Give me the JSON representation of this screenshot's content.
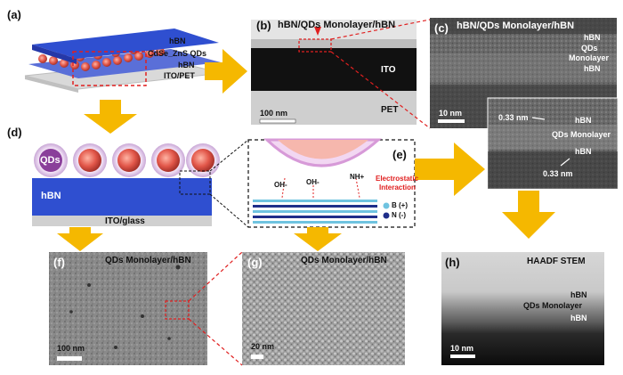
{
  "panel_labels": {
    "a": "(a)",
    "b": "(b)",
    "c": "(c)",
    "d": "(d)",
    "e": "(e)",
    "f": "(f)",
    "g": "(g)",
    "h": "(h)"
  },
  "panel_a": {
    "layers": [
      "hBN",
      "CdSe_ZnS QDs",
      "hBN",
      "ITO/PET"
    ]
  },
  "panel_b": {
    "title": "hBN/QDs Monolayer/hBN",
    "ito": "ITO",
    "pet": "PET",
    "scale": "100 nm"
  },
  "panel_c": {
    "title": "hBN/QDs Monolayer/hBN",
    "top_labels": [
      "hBN",
      "QDs",
      "Monolayer",
      "hBN"
    ],
    "scale": "10 nm"
  },
  "panel_c_zoom": {
    "spacing_top": "0.33 nm",
    "spacing_bottom": "0.33 nm",
    "labels": [
      "hBN",
      "QDs Monolayer",
      "hBN"
    ]
  },
  "panel_d": {
    "qd_label": "QDs",
    "hbn_label": "hBN",
    "substrate_label": "ITO/glass"
  },
  "panel_e": {
    "ions": [
      "OH-",
      "OH-",
      "NH+"
    ],
    "interaction_line1": "Electrostatic",
    "interaction_line2": "Interaction",
    "legend_b": "B (+)",
    "legend_n": "N (-)"
  },
  "panel_f": {
    "title": "QDs Monolayer/hBN",
    "scale": "100 nm"
  },
  "panel_g": {
    "title": "QDs Monolayer/hBN",
    "scale": "20 nm"
  },
  "panel_h": {
    "title": "HAADF STEM",
    "labels": [
      "hBN",
      "QDs Monolayer",
      "hBN"
    ],
    "scale": "10 nm"
  },
  "colors": {
    "arrow": "#f5b800",
    "hbn_blue": "#2f4fd0",
    "callout_red": "#e02020"
  }
}
